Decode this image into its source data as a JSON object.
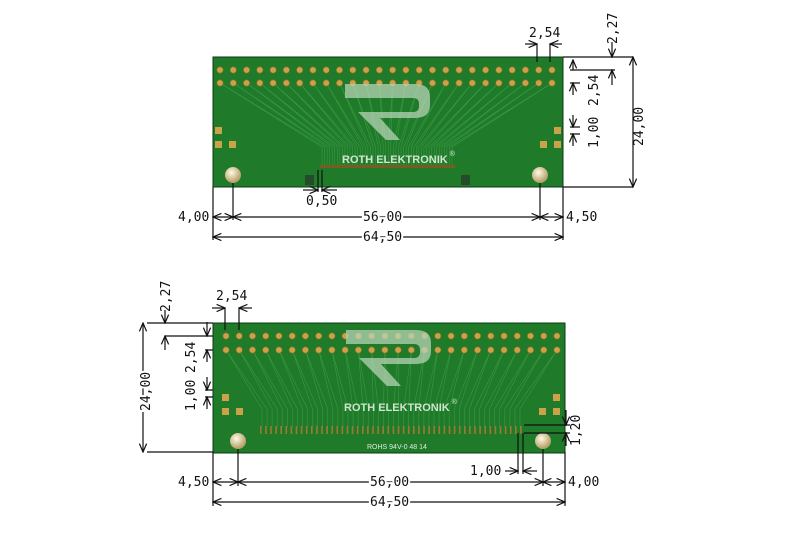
{
  "top_view": {
    "brand": "ROTH ELEKTRONIK",
    "registered": "®",
    "pin_columns": 26,
    "dimensions": {
      "pitch_h": "2,54",
      "top_offset": "2,27",
      "pitch_v": "2,54",
      "pad_gap": "1,00",
      "height": "24,00",
      "smd_pitch": "0,50",
      "left_hole": "4,00",
      "hole_span": "56,00",
      "right_hole": "4,50",
      "width": "64,50"
    }
  },
  "bottom_view": {
    "brand": "ROTH ELEKTRONIK",
    "registered": "®",
    "marking": "ROHS 94V-0 48 14",
    "pin_columns": 26,
    "dimensions": {
      "top_offset": "2,27",
      "pitch_h": "2,54",
      "pitch_v": "2,54",
      "pad_gap": "1,00",
      "height": "24,00",
      "pad_length": "1,20",
      "pad_pitch": "1,00",
      "left_hole": "4,50",
      "hole_span": "56,00",
      "right_hole": "4,00",
      "width": "64,50"
    }
  },
  "colors": {
    "pcb": "#1f7a2a",
    "pad": "#c9a24a",
    "dim": "#111111"
  }
}
